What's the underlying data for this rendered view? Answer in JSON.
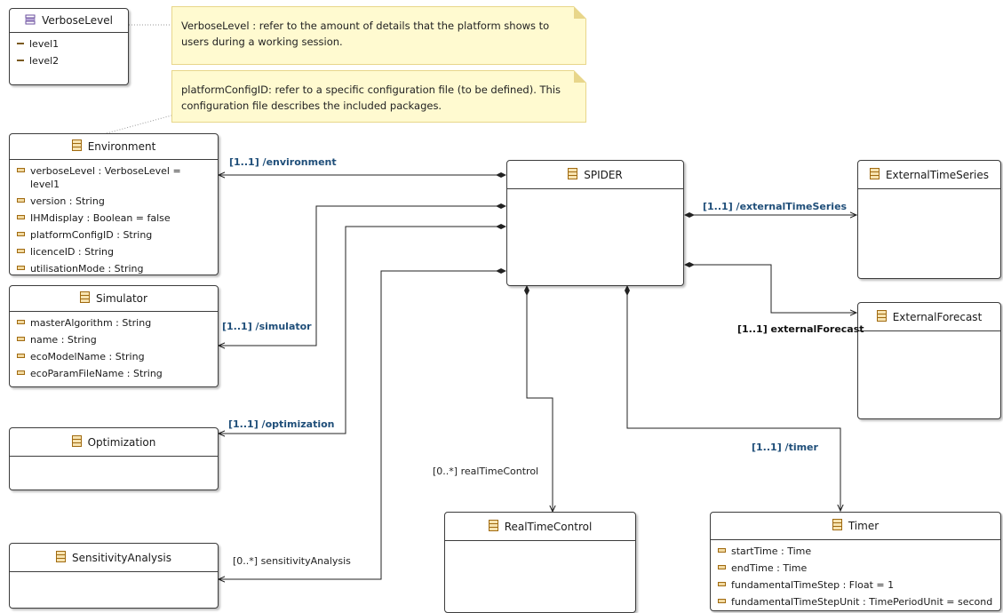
{
  "enumeration": {
    "name": "VerboseLevel",
    "literals": [
      "level1",
      "level2"
    ]
  },
  "notes": {
    "verbose": "VerboseLevel : refer to the amount of details that the platform shows to users during a working session.",
    "platform": "platformConfigID: refer to a specific configuration file (to be defined). This configuration file describes the included packages."
  },
  "classes": {
    "environment": {
      "name": "Environment",
      "attributes": [
        "verboseLevel : VerboseLevel = level1",
        "version : String",
        "IHMdisplay : Boolean = false",
        "platformConfigID : String",
        "licenceID : String",
        "utilisationMode : String"
      ]
    },
    "simulator": {
      "name": "Simulator",
      "attributes": [
        "masterAlgorithm : String",
        "name : String",
        "ecoModelName : String",
        "ecoParamFileName : String"
      ]
    },
    "optimization": {
      "name": "Optimization"
    },
    "sensitivity": {
      "name": "SensitivityAnalysis"
    },
    "spider": {
      "name": "SPIDER"
    },
    "externalTimeSeries": {
      "name": "ExternalTimeSeries"
    },
    "externalForecast": {
      "name": "ExternalForecast"
    },
    "realTimeControl": {
      "name": "RealTimeControl"
    },
    "timer": {
      "name": "Timer",
      "attributes": [
        "startTime : Time",
        "endTime : Time",
        "fundamentalTimeStep : Float = 1",
        "fundamentalTimeStepUnit : TimePeriodUnit = second"
      ]
    }
  },
  "associations": {
    "environment": "[1..1] /environment",
    "simulator": "[1..1] /simulator",
    "optimization": "[1..1] /optimization",
    "sensitivity": "[0..*] sensitivityAnalysis",
    "externalTimeSeries": "[1..1] /externalTimeSeries",
    "externalForecast": "[1..1] externalForecast",
    "realTimeControl": "[0..*] realTimeControl",
    "timer": "[1..1] /timer"
  },
  "colors": {
    "border": "#3c3c3c",
    "note_fill": "#fffad0",
    "note_border": "#e8d68a",
    "derived_label": "#1f4e79"
  },
  "icons": {
    "class": "class-icon",
    "enumeration": "enumeration-icon",
    "attribute": "attribute-icon",
    "literal": "literal-icon"
  }
}
